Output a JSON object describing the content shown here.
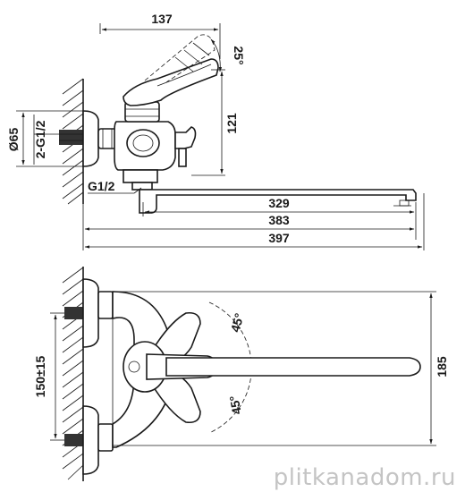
{
  "side_view": {
    "dim_top_width": "137",
    "dim_handle_angle": "25°",
    "dim_body_height": "121",
    "dim_diameter": "Ø65",
    "dim_thread_inlet": "2-G1/2",
    "dim_thread_outlet": "G1/2",
    "dim_spout_length": "329",
    "dim_spout_reach": "383",
    "dim_total_length": "397"
  },
  "top_view": {
    "dim_angle_up": "45°",
    "dim_angle_down": "45°",
    "dim_center_distance": "150±15",
    "dim_overall_width": "185"
  },
  "watermark": "plitkanadom.ru"
}
